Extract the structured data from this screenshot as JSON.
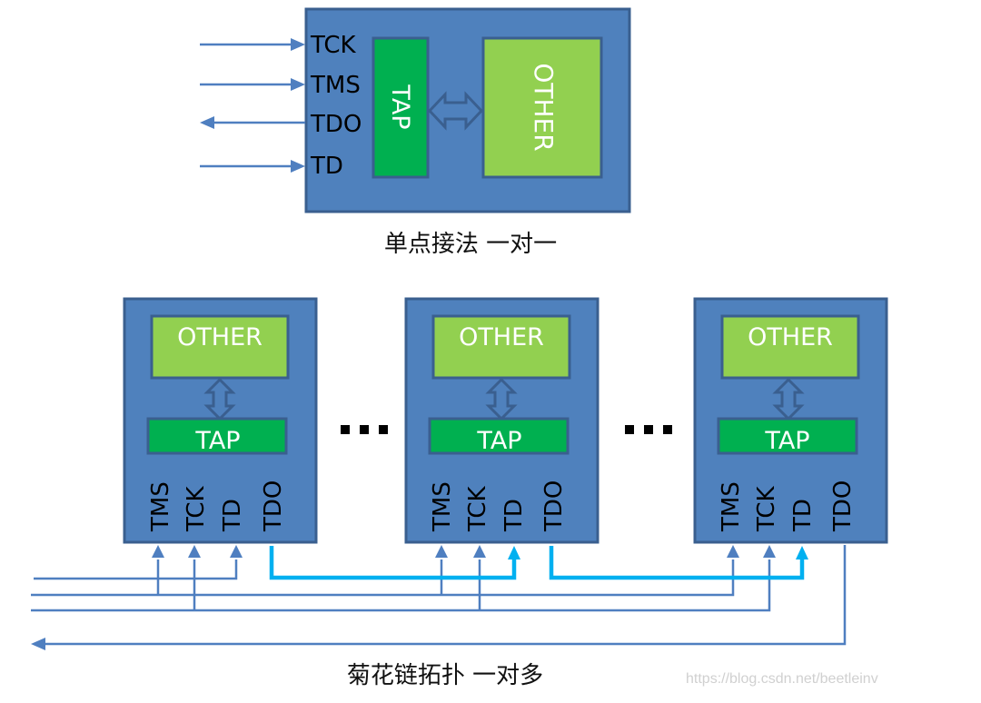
{
  "single": {
    "pins": [
      {
        "label": "TCK",
        "direction": "in"
      },
      {
        "label": "TMS",
        "direction": "in"
      },
      {
        "label": "TDO",
        "direction": "out"
      },
      {
        "label": "TD",
        "direction": "in"
      }
    ],
    "tap_label": "TAP",
    "other_label": "OTHER",
    "caption": "单点接法  一对一"
  },
  "daisy": {
    "chips": [
      {
        "other_label": "OTHER",
        "tap_label": "TAP",
        "pins": [
          "TMS",
          "TCK",
          "TD",
          "TDO"
        ]
      },
      {
        "other_label": "OTHER",
        "tap_label": "TAP",
        "pins": [
          "TMS",
          "TCK",
          "TD",
          "TDO"
        ]
      },
      {
        "other_label": "OTHER",
        "tap_label": "TAP",
        "pins": [
          "TMS",
          "TCK",
          "TD",
          "TDO"
        ]
      }
    ],
    "ellipsis": "...",
    "caption": "菊花链拓扑  一对多"
  },
  "colors": {
    "chip": "#4f81bd",
    "chip_border": "#3a5f8f",
    "tap": "#00b050",
    "other": "#92d050",
    "bus_line": "#4f7fc0",
    "chain_line": "#00b0f0"
  },
  "watermark": "https://blog.csdn.net/beetleinv"
}
